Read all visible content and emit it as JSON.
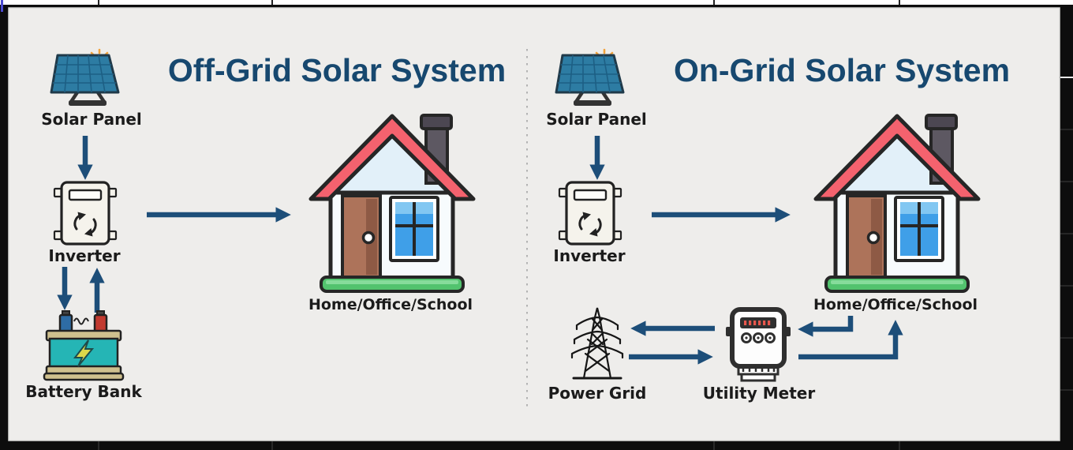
{
  "diagram": {
    "left": {
      "title": "Off-Grid Solar System",
      "solar_panel": "Solar Panel",
      "inverter": "Inverter",
      "battery_bank": "Battery Bank",
      "building": "Home/Office/School",
      "flows": [
        "Solar Panel -> Inverter",
        "Inverter -> Home/Office/School",
        "Inverter -> Battery Bank",
        "Battery Bank -> Inverter"
      ]
    },
    "right": {
      "title": "On-Grid Solar System",
      "solar_panel": "Solar Panel",
      "inverter": "Inverter",
      "power_grid": "Power Grid",
      "utility_meter": "Utility Meter",
      "building": "Home/Office/School",
      "flows": [
        "Solar Panel -> Inverter",
        "Inverter -> Home/Office/School",
        "Utility Meter -> Power Grid",
        "Power Grid -> Utility Meter",
        "Home/Office/School -> Utility Meter",
        "Utility Meter -> Home/Office/School"
      ]
    },
    "colors": {
      "title_text": "#17486f",
      "arrow": "#1d4e79",
      "label_text": "#1b1b1b",
      "canvas_bg": "#eeedeb",
      "frame_bg": "#0d0d0d",
      "divider": "#b3b3b3",
      "roof_red": "#f4626e",
      "base_green": "#52c36e",
      "window_blue": "#3f9fe8",
      "door_brown": "#ad735a",
      "solar_panel_blue": "#2d7ca3",
      "sun_orange": "#f2a33c",
      "battery_teal": "#25b5b5",
      "battery_band_tan": "#cfc08e"
    }
  }
}
